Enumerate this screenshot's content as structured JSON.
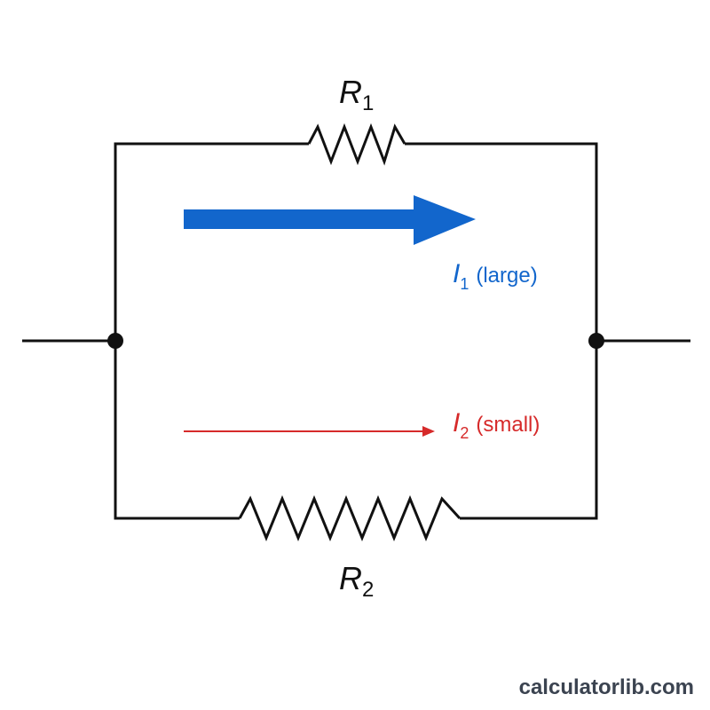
{
  "colors": {
    "wire": "#111111",
    "large_current": "#1266cc",
    "small_current": "#d62a2a",
    "text": "#111111",
    "watermark": "#3b4350"
  },
  "r1": {
    "symbol": "R",
    "subscript": "1"
  },
  "r2": {
    "symbol": "R",
    "subscript": "2"
  },
  "i1": {
    "symbol": "I",
    "subscript": "1",
    "note": "(large)"
  },
  "i2": {
    "symbol": "I",
    "subscript": "2",
    "note": "(small)"
  },
  "watermark": {
    "text": "calculatorlib.com"
  }
}
